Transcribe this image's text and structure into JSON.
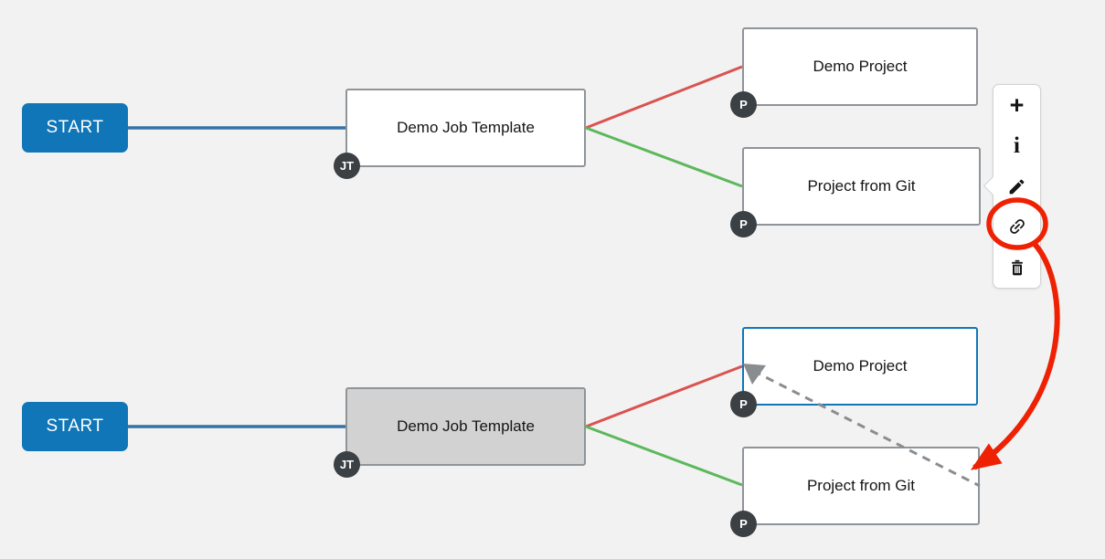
{
  "app": {
    "name": "workflow-visualizer"
  },
  "colors": {
    "canvas_bg": "#f2f2f2",
    "brand_blue": "#1176b7",
    "node_bg": "#ffffff",
    "node_border": "#8f9499",
    "node_text": "#151515",
    "selected_fill": "#d2d2d2",
    "badge_bg": "#3b4045",
    "badge_text": "#ffffff",
    "edge_blue": "#3572a8",
    "edge_red": "#d9534f",
    "edge_green": "#5cb85c",
    "dash_gray": "#8a8d90",
    "annotation_red": "#ee2103",
    "panel_bg": "#ffffff",
    "panel_border": "#d2d2d2",
    "icon_color": "#151515"
  },
  "top_workflow": {
    "start_label": "START",
    "job_template": {
      "label": "Demo Job Template",
      "badge": "JT"
    },
    "demo_project": {
      "label": "Demo Project",
      "badge": "P"
    },
    "project_from_git": {
      "label": "Project from Git",
      "badge": "P"
    }
  },
  "bottom_workflow": {
    "start_label": "START",
    "job_template": {
      "label": "Demo Job Template",
      "badge": "JT"
    },
    "demo_project": {
      "label": "Demo Project",
      "badge": "P"
    },
    "project_from_git": {
      "label": "Project from Git",
      "badge": "P"
    }
  },
  "toolbar": {
    "items": [
      {
        "name": "add",
        "icon": "plus-icon",
        "glyph": "+"
      },
      {
        "name": "details",
        "icon": "info-icon",
        "glyph": "i"
      },
      {
        "name": "edit",
        "icon": "pencil-icon"
      },
      {
        "name": "link",
        "icon": "link-icon"
      },
      {
        "name": "delete",
        "icon": "trash-icon"
      }
    ]
  },
  "annotations": {
    "circled_tool": "link",
    "arrow_target": "Project from Git"
  }
}
